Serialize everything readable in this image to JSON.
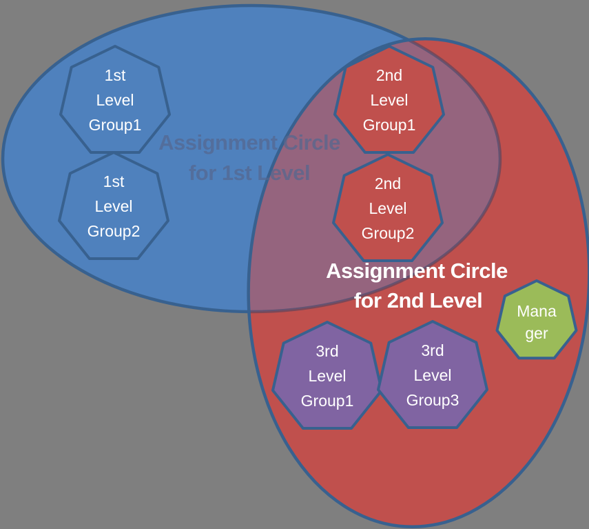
{
  "colors": {
    "background": "#7F7F7F",
    "outline": "#38618F",
    "overlap_fill": "#95647E",
    "faint_title_fill": "rgba(85,103,143,0.72)",
    "white_title_fill": "#FFFFFF"
  },
  "diagram": {
    "circles": [
      {
        "id": "assignment-circle-1st-level",
        "label_line1": "Assignment Circle",
        "label_line2": "for 1st Level",
        "fill": "#4F81BD"
      },
      {
        "id": "assignment-circle-2nd-level",
        "label_line1": "Assignment Circle",
        "label_line2": "for 2nd Level",
        "fill": "#C0504D"
      }
    ],
    "nodes": [
      {
        "id": "1st-level-group1",
        "lines": [
          "1st",
          "Level",
          "Group1"
        ],
        "fill": "#4F81BD"
      },
      {
        "id": "1st-level-group2",
        "lines": [
          "1st",
          "Level",
          "Group2"
        ],
        "fill": "#4F81BD"
      },
      {
        "id": "2nd-level-group1",
        "lines": [
          "2nd",
          "Level",
          "Group1"
        ],
        "fill": "#C0504D"
      },
      {
        "id": "2nd-level-group2",
        "lines": [
          "2nd",
          "Level",
          "Group2"
        ],
        "fill": "#C0504D"
      },
      {
        "id": "3rd-level-group1",
        "lines": [
          "3rd",
          "Level",
          "Group1"
        ],
        "fill": "#8064A2"
      },
      {
        "id": "3rd-level-group3",
        "lines": [
          "3rd",
          "Level",
          "Group3"
        ],
        "fill": "#8064A2"
      },
      {
        "id": "manager",
        "lines": [
          "Mana",
          "ger"
        ],
        "fill": "#9BBB59"
      }
    ]
  }
}
